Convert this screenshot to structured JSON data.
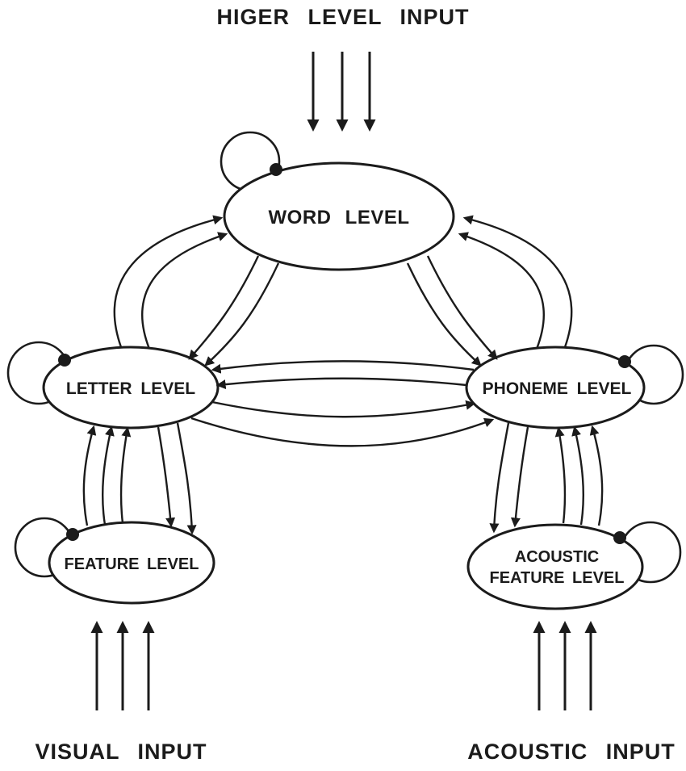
{
  "labels": {
    "top_input": "HIGER LEVEL INPUT",
    "visual_input": "VISUAL INPUT",
    "acoustic_input": "ACOUSTIC INPUT"
  },
  "nodes": {
    "word": "WORD LEVEL",
    "letter": "LETTER LEVEL",
    "phoneme": "PHONEME LEVEL",
    "feature": "FEATURE LEVEL",
    "acoustic_feature_line1": "ACOUSTIC",
    "acoustic_feature_line2": "FEATURE LEVEL"
  },
  "colors": {
    "ink": "#1b1b1b",
    "background": "#ffffff"
  }
}
